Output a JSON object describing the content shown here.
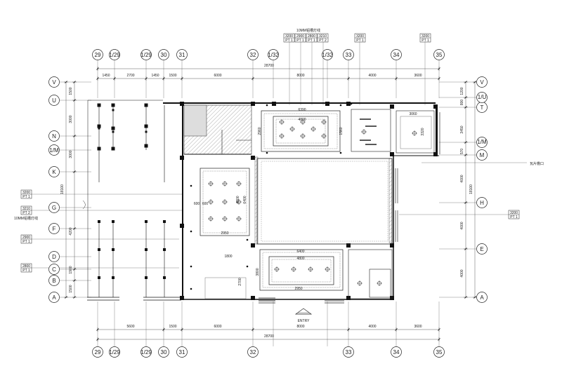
{
  "grid_top": [
    "29",
    "1/29",
    "1/29",
    "30",
    "31",
    "32",
    "1/32",
    "1/32",
    "33",
    "34",
    "35"
  ],
  "grid_bottom": [
    "29",
    "1/29",
    "1/29",
    "30",
    "31",
    "32",
    "33",
    "34",
    "35"
  ],
  "grid_left": [
    "V",
    "U",
    "N",
    "1/M",
    "K",
    "G",
    "F",
    "D",
    "C",
    "B",
    "A"
  ],
  "grid_right": [
    "V",
    "T",
    "1/U",
    "1/M",
    "M",
    "H",
    "E",
    "A"
  ],
  "top_dims": [
    "1450",
    "2700",
    "1450",
    "1500",
    "6000",
    "8000",
    "4000",
    "3600"
  ],
  "bottom_dims": [
    "5600",
    "1500",
    "6000",
    "8000",
    "4000",
    "3600"
  ],
  "overall_dim": "28700",
  "left_dims": [
    "1500",
    "3000",
    "3000",
    "4200",
    "1900",
    "1500"
  ],
  "left_total": "18100",
  "right_dims": [
    "1200",
    "800",
    "3450",
    "570",
    "4000",
    "4000",
    "4000"
  ],
  "right_total": "18100",
  "top_tags": [
    {
      "v": "3200",
      "s": "PT 1"
    },
    {
      "v": "2900",
      "s": "PT 1"
    },
    {
      "v": "2800",
      "s": "PT 1"
    },
    {
      "v": "3210",
      "s": "PT 2"
    },
    {
      "v": "3200",
      "s": "PT 1"
    },
    {
      "v": "3200",
      "s": "PT 1"
    }
  ],
  "top_note": "10MM铝槽灯线",
  "left_tags": [
    {
      "v": "3200",
      "s": "PT 1"
    },
    {
      "v": "3210",
      "s": "PT 2"
    },
    {
      "v": "2900",
      "s": "PT 1"
    },
    {
      "v": "2800",
      "s": "PT 1"
    }
  ],
  "left_note": "10MM铝槽灯线",
  "right_tag": {
    "v": "3200",
    "s": "PT 1"
  },
  "right_note": "瓦片檐口",
  "entry_label": "ENTRY",
  "room_dims": {
    "r1_w": "6390",
    "r1_w2": "4800",
    "r1_h": "2960",
    "r1_h2": "1560",
    "r2_h": "6400",
    "r2_h2": "4800",
    "r2_l": "600",
    "r2_l2": "600",
    "r2_b": "2950",
    "r3_w": "6400",
    "r3_w2": "4800",
    "r3_h": "3800",
    "r3_b": "2950",
    "r4_w": "1800",
    "r4_h": "2700",
    "r5_w": "3060",
    "r5_h": "3320"
  }
}
